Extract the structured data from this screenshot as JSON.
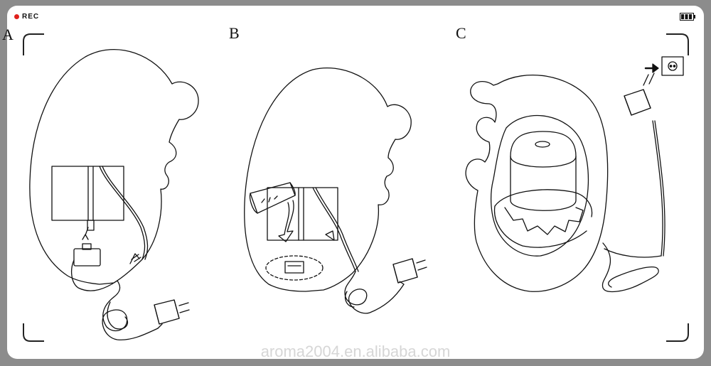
{
  "hud": {
    "rec_label": "REC",
    "battery_icon": "battery-icon"
  },
  "panels": [
    {
      "label": "A"
    },
    {
      "label": "B"
    },
    {
      "label": "C"
    }
  ],
  "watermark": "aroma2004.en.alibaba.com",
  "colors": {
    "outer_bg": "#8c8c8c",
    "frame_bg": "#ffffff",
    "rec_dot": "#e0201c",
    "line": "#111111"
  }
}
